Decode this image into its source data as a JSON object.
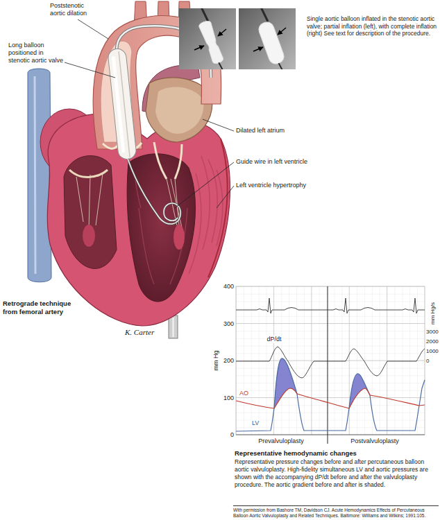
{
  "diagram": {
    "labels": [
      "Poststenotic aortic dilation",
      "Long balloon positioned in stenotic aortic valve",
      "Single aortic balloon inflated in the stenotic aortic valve; partial inflation (left), with complete inflation (right) See text for description of the procedure.",
      "Dilated left atrium",
      "Guide wire in left ventricle",
      "Left ventricle hypertrophy",
      "Retrograde technique from femoral artery",
      "K. Carter",
      "400",
      "300",
      "200",
      "100",
      "0",
      "mm Hg",
      "dP/dt",
      "3000",
      "2000",
      "1000",
      "0",
      "mm Hg/s",
      "AO",
      "LV",
      "Prevalvuloplasty",
      "Postvalvuloplasty",
      "Representative hemodynamic changes",
      "Representative pressure changes before and after percutaneous balloon aortic valvuloplasty. High-fidelity simultaneous LV and aortic pressures are shown with the accompanying dP/dt before and after the valvuloplasty procedure. The aortic gradient before and after is shaded.",
      "With permission from Bashore TM, Davidson CJ. Acute Hemodynamics Effects of Percutaneous Balloon Aortic Valvuloplasty and Related Techniques. Baltimore: Williams and Wilkins; 1991:105."
    ]
  }
}
